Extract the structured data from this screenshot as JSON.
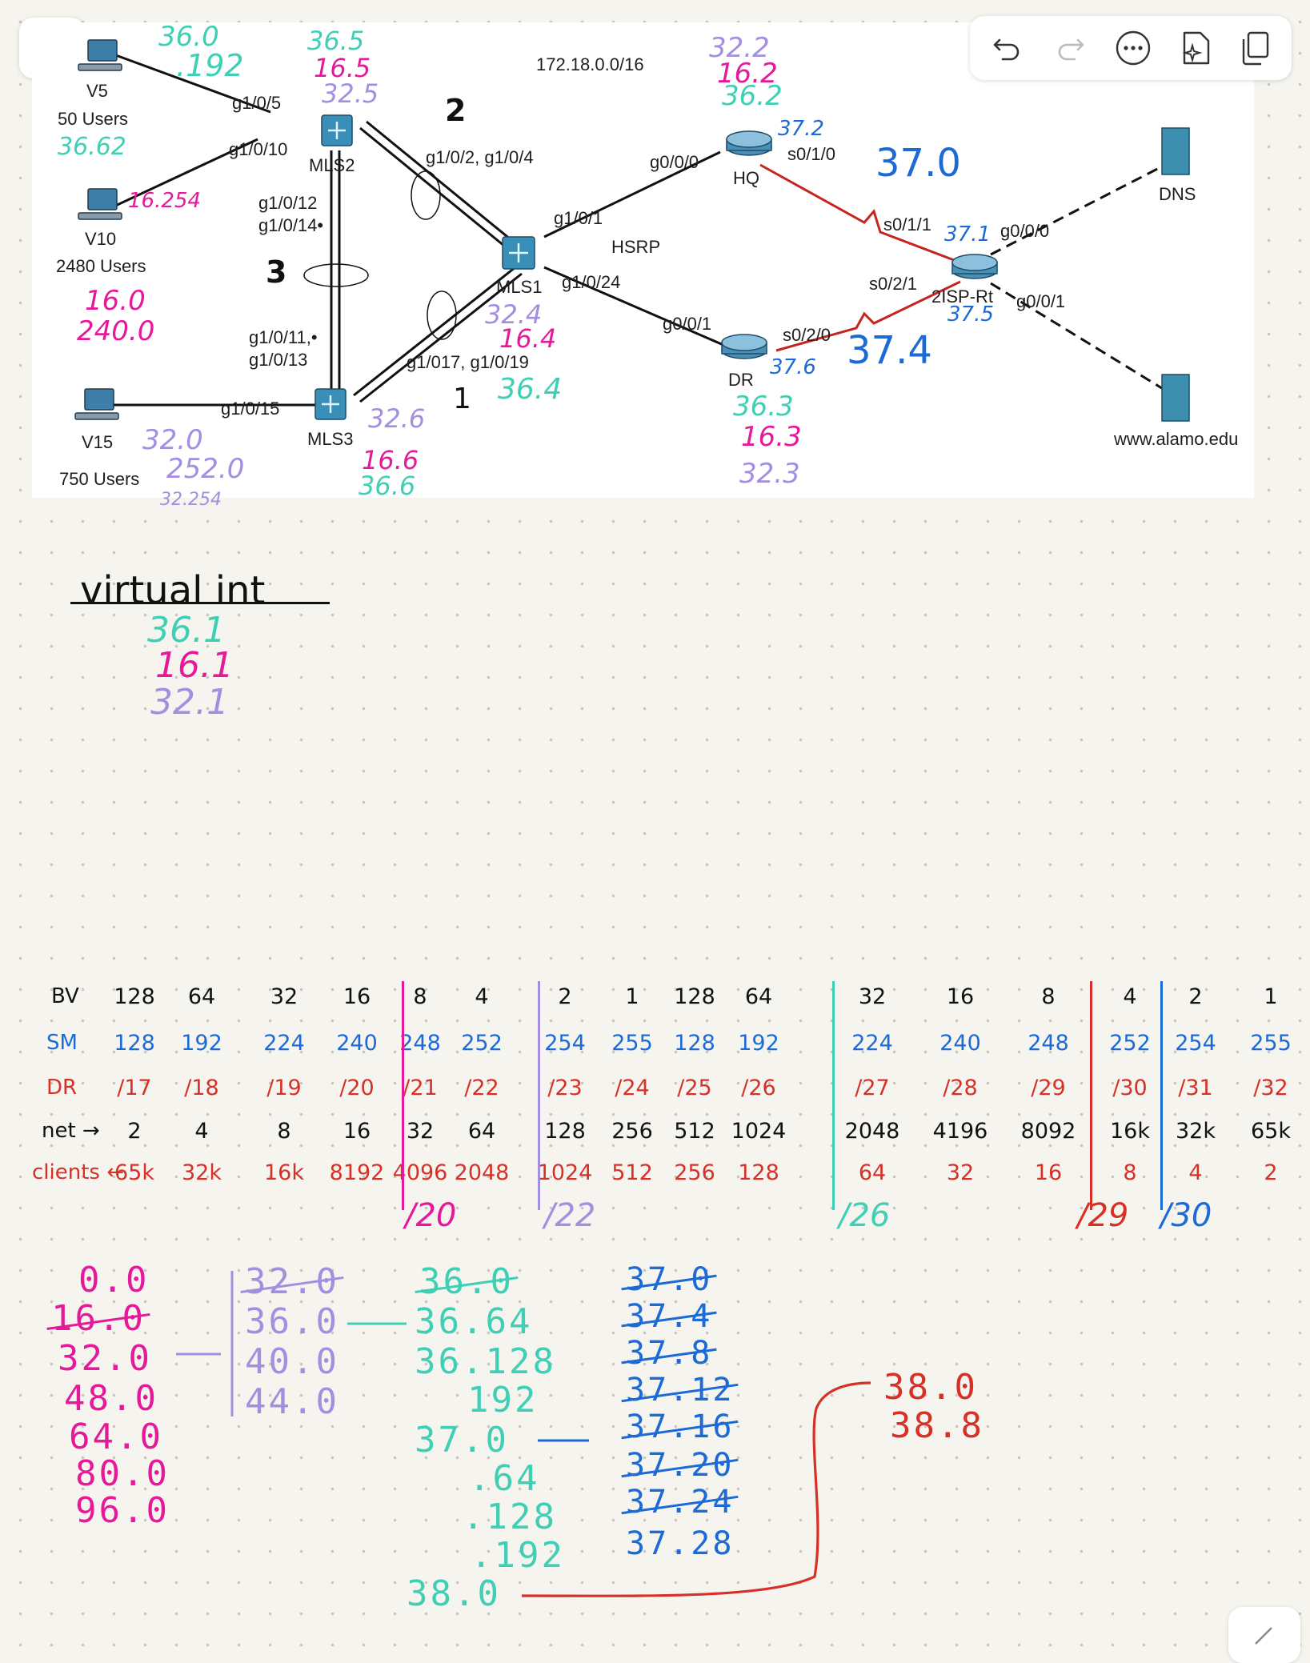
{
  "toolbar": {
    "back_icon": "arrow-left-icon",
    "undo_icon": "undo-icon",
    "redo_icon": "redo-icon",
    "more_icon": "more-options-icon",
    "ai_icon": "sparkle-document-icon",
    "pages_icon": "copy-pages-icon",
    "corner_icon": "pencil-icon"
  },
  "diagram": {
    "network_label": "172.18.0.0/16",
    "hsrp_label": "HSRP",
    "devices": {
      "v5": "V5",
      "v5_users": "50 Users",
      "v10": "V10",
      "v10_users": "2480 Users",
      "v15": "V15",
      "v15_users": "750 Users",
      "mls1": "MLS1",
      "mls2": "MLS2",
      "mls3": "MLS3",
      "hq": "HQ",
      "dr": "DR",
      "isp": "2ISP-Rt",
      "dns": "DNS",
      "www": "www.alamo.edu"
    },
    "ports": {
      "v5_mls2": "g1/0/5",
      "v10_mls2": "g1/0/10",
      "mls2_mls3": "g1/0/12\ng1/0/14•",
      "mls3_mls2": "g1/0/11,•\ng1/0/13",
      "mls2_mls1": "g1/0/2, g1/0/4",
      "mls3_mls1": "g1/017, g1/0/19",
      "v15_mls3": "g1/0/15",
      "mls1_hq": "g1/0/1",
      "mls1_dr": "g1/0/24",
      "hq_g": "g0/0/0",
      "hq_s": "s0/1/0",
      "isp_s1": "s0/1/1",
      "isp_s2": "s0/2/1",
      "isp_g0": "g0/0/0",
      "isp_g1": "g0/0/1",
      "dr_g": "g0/0/1",
      "dr_s": "s0/2/0"
    },
    "annotations": {
      "v5_a": "36.0",
      "v5_b": ".192",
      "v5_c": "36.62",
      "v10_a": "16.254",
      "v10_b": "16.0",
      "v10_c": "240.0",
      "v15_a": "32.0",
      "v15_b": "252.0",
      "v15_c": "32.254",
      "mls2_a": "36.5",
      "mls2_b": "16.5",
      "mls2_c": "32.5",
      "mls1_a": "32.4",
      "mls1_b": "16.4",
      "mls1_c": "36.4",
      "mls3_a": "32.6",
      "mls3_b": "16.6",
      "mls3_c": "36.6",
      "hq_a": "32.2",
      "hq_b": "16.2",
      "hq_c": "36.2",
      "hq_s": "37.2",
      "dr_a": "36.3",
      "dr_b": "16.3",
      "dr_c": "32.3",
      "dr_s": "37.6",
      "isp_a": "37.1",
      "isp_b": "37.5",
      "link_hq": "37.0",
      "link_dr": "37.4",
      "num_1": "1",
      "num_2": "2",
      "num_3": "3"
    }
  },
  "virtual": {
    "title": "virtual int",
    "a": "36.1",
    "b": "16.1",
    "c": "32.1"
  },
  "table": {
    "labels": [
      "BV",
      "SM",
      "DR",
      "net →",
      "clients ←"
    ],
    "bv": [
      "128",
      "64",
      "32",
      "16",
      "8",
      "4",
      "2",
      "1",
      "128",
      "64",
      "32",
      "16",
      "8",
      "4",
      "2",
      "1"
    ],
    "sm": [
      "128",
      "192",
      "224",
      "240",
      "248",
      "252",
      "254",
      "255",
      "128",
      "192",
      "224",
      "240",
      "248",
      "252",
      "254",
      "255"
    ],
    "dr": [
      "/17",
      "/18",
      "/19",
      "/20",
      "/21",
      "/22",
      "/23",
      "/24",
      "/25",
      "/26",
      "/27",
      "/28",
      "/29",
      "/30",
      "/31",
      "/32"
    ],
    "net": [
      "2",
      "4",
      "8",
      "16",
      "32",
      "64",
      "128",
      "256",
      "512",
      "1024",
      "2048",
      "4196",
      "8092",
      "16k",
      "32k",
      "65k"
    ],
    "clients": [
      "65k",
      "32k",
      "16k",
      "8192",
      "4096",
      "2048",
      "1024",
      "512",
      "256",
      "128",
      "64",
      "32",
      "16",
      "8",
      "4",
      "2"
    ],
    "markers": [
      "/20",
      "/22",
      "/26",
      "/29",
      "/30"
    ]
  },
  "calc": {
    "col1": [
      "0.0",
      "16.0",
      "32.0",
      "48.0",
      "64.0",
      "80.0",
      "96.0"
    ],
    "col2": [
      "32.0",
      "36.0",
      "40.0",
      "44.0"
    ],
    "col3": [
      "36.0",
      "36.64",
      "36.128",
      "192",
      "37.0",
      ".64",
      ".128",
      ".192",
      "38.0"
    ],
    "col4": [
      "37.0",
      "37.4",
      "37.8",
      "37.12",
      "37.16",
      "37.20",
      "37.24",
      "37.28"
    ],
    "col5": [
      "38.0",
      "38.8"
    ]
  },
  "colors": {
    "teal": "#3ecfb4",
    "magenta": "#e6199a",
    "lavender": "#a48ee0",
    "blue": "#1b6ad6",
    "red": "#d63027",
    "black": "#111111",
    "purple": "#8f6ad6"
  }
}
